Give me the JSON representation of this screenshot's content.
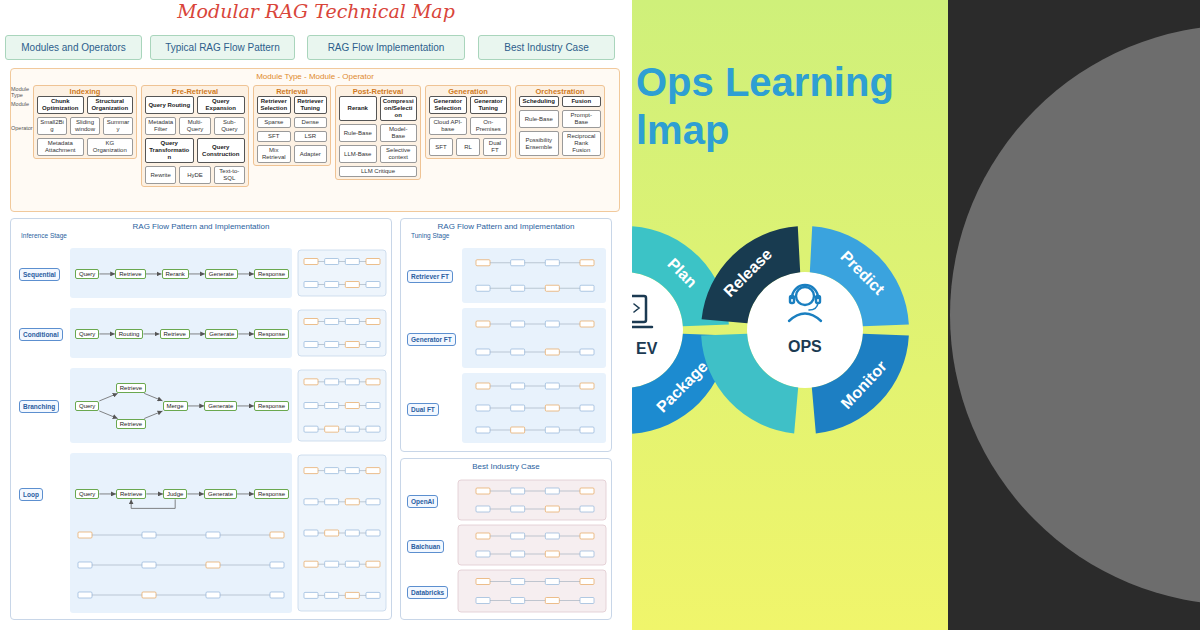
{
  "diagram": {
    "title": "Modular RAG Technical Map",
    "nodes": [
      {
        "text": [
          "Modules and Operators"
        ]
      },
      {
        "text": [
          "Typical RAG Flow Pattern"
        ]
      },
      {
        "text": [
          "RAG Flow Implementation"
        ]
      },
      {
        "text": [
          "Best Industry Case"
        ]
      },
      {
        "text": [
          "Module Type - Module - Operator"
        ]
      },
      {
        "text": [
          "Indexing"
        ],
        "in": 4
      },
      {
        "text": [
          "Chunk Optimization"
        ],
        "in": 5
      },
      {
        "text": [
          "Structural Organization"
        ],
        "in": 5
      },
      {
        "text": [
          "Small2Big"
        ],
        "in": 5
      },
      {
        "text": [
          "Sliding window"
        ],
        "in": 5
      },
      {
        "text": [
          "Summary"
        ],
        "in": 5
      },
      {
        "text": [
          "Metadata Attachment"
        ],
        "in": 5
      },
      {
        "text": [
          "KG Organization"
        ],
        "in": 5
      },
      {
        "text": [
          "Pre-Retrieval"
        ],
        "in": 4
      },
      {
        "text": [
          "Query Routing"
        ],
        "in": 13
      },
      {
        "text": [
          "Query Expansion"
        ],
        "in": 13
      },
      {
        "text": [
          "Metadata Filter"
        ],
        "in": 13
      },
      {
        "text": [
          "Multi-Query"
        ],
        "in": 13
      },
      {
        "text": [
          "Sub-Query"
        ],
        "in": 13
      },
      {
        "text": [
          "Query Transformation"
        ],
        "in": 13
      },
      {
        "text": [
          "Query Construction"
        ],
        "in": 13
      },
      {
        "text": [
          "Rewrite"
        ],
        "in": 13
      },
      {
        "text": [
          "HyDE"
        ],
        "in": 13
      },
      {
        "text": [
          "Text-to-SQL"
        ],
        "in": 13
      },
      {
        "text": [
          "Retrieval"
        ],
        "in": 4
      },
      {
        "text": [
          "Retriever Selection"
        ],
        "in": 24
      },
      {
        "text": [
          "Retriever Tuning"
        ],
        "in": 24
      },
      {
        "text": [
          "Sparse"
        ],
        "in": 24
      },
      {
        "text": [
          "Dense"
        ],
        "in": 24
      },
      {
        "text": [
          "SFT"
        ],
        "in": 24
      },
      {
        "text": [
          "LSR"
        ],
        "in": 24
      },
      {
        "text": [
          "Mix Retrieval"
        ],
        "in": 24
      },
      {
        "text": [
          "Adapter"
        ],
        "in": 24
      },
      {
        "text": [
          "Post-Retrieval"
        ],
        "in": 4
      },
      {
        "text": [
          "Rerank"
        ],
        "in": 33
      },
      {
        "text": [
          "Compression/Selection"
        ],
        "in": 33
      },
      {
        "text": [
          "Rule-Base"
        ],
        "in": 33
      },
      {
        "text": [
          "Model-Base"
        ],
        "in": 33
      },
      {
        "text": [
          "LLM-Base"
        ],
        "in": 33
      },
      {
        "text": [
          "Selective context"
        ],
        "in": 33
      },
      {
        "text": [
          "LLM Critique"
        ],
        "in": 33
      },
      {
        "text": [
          "Generation"
        ],
        "in": 4
      },
      {
        "text": [
          "Generator Selection"
        ],
        "in": 41
      },
      {
        "text": [
          "Generator Tuning"
        ],
        "in": 41
      },
      {
        "text": [
          "Cloud API-base"
        ],
        "in": 41
      },
      {
        "text": [
          "On-Premises"
        ],
        "in": 41
      },
      {
        "text": [
          "SFT"
        ],
        "in": 41
      },
      {
        "text": [
          "RL"
        ],
        "in": 41
      },
      {
        "text": [
          "Dual FT"
        ],
        "in": 41
      },
      {
        "text": [
          "Orchestration"
        ],
        "in": 4
      },
      {
        "text": [
          "Scheduling"
        ],
        "in": 49
      },
      {
        "text": [
          "Fusion"
        ],
        "in": 49
      },
      {
        "text": [
          "Rule-Base"
        ],
        "in": 49
      },
      {
        "text": [
          "Prompt-Base"
        ],
        "in": 49
      },
      {
        "text": [
          "Possibility Ensemble"
        ],
        "in": 49
      },
      {
        "text": [
          "Reciprocal Rank Fusion"
        ],
        "in": 49
      },
      {
        "text": [
          "RAG Flow Pattern and Implementation",
          "Inference Stage"
        ]
      },
      {
        "text": [
          "Sequential"
        ],
        "in": 56
      },
      {
        "text": [
          "Query"
        ],
        "in": 56
      },
      {
        "text": [
          "Retrieve"
        ],
        "in": 56
      },
      {
        "text": [
          "Rerank"
        ],
        "in": 56
      },
      {
        "text": [
          "Generate"
        ],
        "in": 56
      },
      {
        "text": [
          "Response"
        ],
        "in": 56
      },
      {
        "text": [
          "Conditional"
        ],
        "in": 56
      },
      {
        "text": [
          "Query"
        ],
        "in": 56
      },
      {
        "text": [
          "Routing"
        ],
        "in": 56
      },
      {
        "text": [
          "Retrieve"
        ],
        "in": 56
      },
      {
        "text": [
          "Generate"
        ],
        "in": 56
      },
      {
        "text": [
          "Response"
        ],
        "in": 56
      },
      {
        "text": [
          "Branching"
        ],
        "in": 56
      },
      {
        "text": [
          "Query"
        ],
        "in": 56
      },
      {
        "text": [
          "Retrieve"
        ],
        "in": 56
      },
      {
        "text": [
          "Retrieve"
        ],
        "in": 56
      },
      {
        "text": [
          "Merge"
        ],
        "in": 56
      },
      {
        "text": [
          "Generate"
        ],
        "in": 56
      },
      {
        "text": [
          "Response"
        ],
        "in": 56
      },
      {
        "text": [
          "Loop"
        ],
        "in": 56
      },
      {
        "text": [
          "Query"
        ],
        "in": 56
      },
      {
        "text": [
          "Retrieve"
        ],
        "in": 56
      },
      {
        "text": [
          "Judge"
        ],
        "in": 56
      },
      {
        "text": [
          "Generate"
        ],
        "in": 56
      },
      {
        "text": [
          "Response"
        ],
        "in": 56
      },
      {
        "text": [
          "RAG Flow Pattern and Implementation",
          "Tuning Stage"
        ]
      },
      {
        "text": [
          "Retriever FT"
        ],
        "in": 82
      },
      {
        "text": [
          "Generator FT"
        ],
        "in": 82
      },
      {
        "text": [
          "Dual FT"
        ],
        "in": 82
      },
      {
        "text": [
          "Best Industry Case"
        ]
      },
      {
        "text": [
          "OpenAI"
        ],
        "in": 86
      },
      {
        "text": [
          "Baichuan"
        ],
        "in": 86
      },
      {
        "text": [
          "Databricks"
        ],
        "in": 86
      },
      {
        "text": [
          "Plan"
        ]
      },
      {
        "text": [
          "Release"
        ]
      },
      {
        "text": [
          "Predict"
        ]
      },
      {
        "text": [
          "Monitor"
        ]
      },
      {
        "text": [
          "Package"
        ]
      }
    ],
    "edges": [
      {
        "from": 58,
        "to": 59,
        "arrow": "to"
      },
      {
        "from": 59,
        "to": 60,
        "arrow": "to"
      },
      {
        "from": 60,
        "to": 61,
        "arrow": "to"
      },
      {
        "from": 61,
        "to": 62,
        "arrow": "to"
      },
      {
        "from": 64,
        "to": 65,
        "arrow": "to"
      },
      {
        "from": 65,
        "to": 66,
        "arrow": "to"
      },
      {
        "from": 66,
        "to": 67,
        "arrow": "to"
      },
      {
        "from": 67,
        "to": 68,
        "arrow": "to"
      },
      {
        "from": 70,
        "to": 71,
        "arrow": "to"
      },
      {
        "from": 70,
        "to": 72,
        "arrow": "to"
      },
      {
        "from": 71,
        "to": 73,
        "arrow": "to"
      },
      {
        "from": 72,
        "to": 73,
        "arrow": "to"
      },
      {
        "from": 73,
        "to": 74,
        "arrow": "to"
      },
      {
        "from": 74,
        "to": 75,
        "arrow": "to"
      },
      {
        "from": 77,
        "to": 78,
        "arrow": "to"
      },
      {
        "from": 78,
        "to": 79,
        "arrow": "to"
      },
      {
        "from": 79,
        "to": 80,
        "arrow": "to"
      },
      {
        "from": 80,
        "to": 81,
        "arrow": "to"
      },
      {
        "from": 79,
        "to": 78,
        "arrow": "to"
      }
    ],
    "labels": [
      "Module Type",
      "Module",
      "Operator",
      "Ops Learning",
      "lmap",
      "EV",
      "OPS"
    ]
  }
}
